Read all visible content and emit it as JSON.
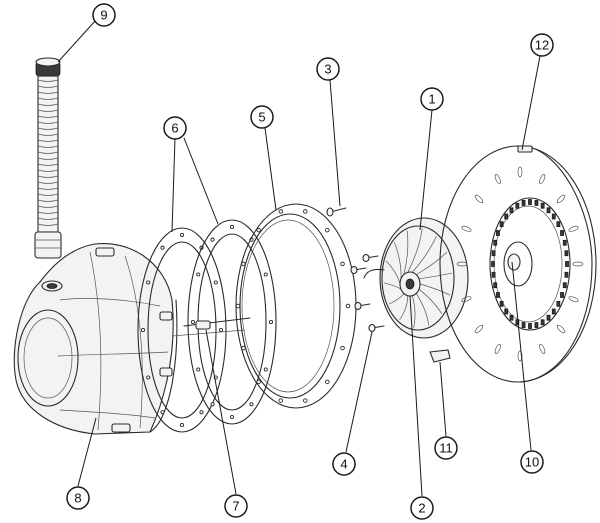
{
  "diagram": {
    "callouts": [
      {
        "id": "callout-1",
        "label": "1"
      },
      {
        "id": "callout-2",
        "label": "2"
      },
      {
        "id": "callout-3",
        "label": "3"
      },
      {
        "id": "callout-4",
        "label": "4"
      },
      {
        "id": "callout-5",
        "label": "5"
      },
      {
        "id": "callout-6",
        "label": "6"
      },
      {
        "id": "callout-7",
        "label": "7"
      },
      {
        "id": "callout-8",
        "label": "8"
      },
      {
        "id": "callout-9",
        "label": "9"
      },
      {
        "id": "callout-10",
        "label": "10"
      },
      {
        "id": "callout-11",
        "label": "11"
      },
      {
        "id": "callout-12",
        "label": "12"
      }
    ]
  }
}
